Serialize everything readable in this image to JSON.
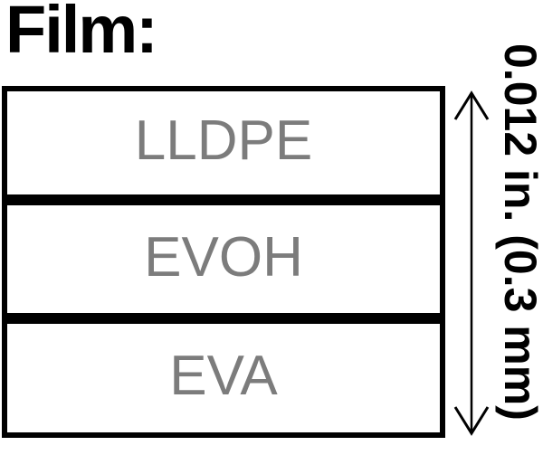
{
  "title": "Film:",
  "diagram": {
    "layers": [
      {
        "label": "LLDPE"
      },
      {
        "label": "EVOH"
      },
      {
        "label": "EVA"
      }
    ],
    "dimension_label": "0.012 in. (0.3 mm)",
    "icons": {
      "dimension_arrow": "double-headed-vertical-arrow"
    },
    "colors": {
      "background": "#ffffff",
      "border": "#000000",
      "layer_text": "#7c7c7c",
      "dimension_text": "#000000"
    }
  }
}
